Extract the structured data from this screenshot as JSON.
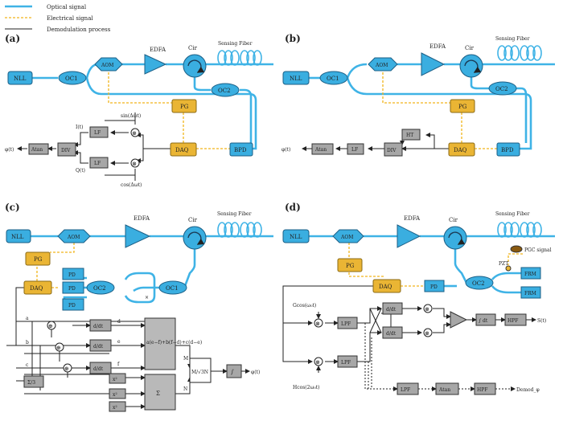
{
  "legend": {
    "optical": "Optical signal",
    "electrical": "Electrical signal",
    "demod": "Demodulation process"
  },
  "colors": {
    "optical": "#3fb3e6",
    "electrical": "#f2b51b",
    "demod": "#222222",
    "component_cyan": "#3aaee0",
    "component_gold": "#eab534",
    "component_gray": "#a7a7a7"
  },
  "panels": {
    "a": {
      "label": "(a)",
      "nll": "NLL",
      "oc1": "OC1",
      "aom": "AOM",
      "edfa": "EDFA",
      "cir": "Cir",
      "fiber": "Sensing Fiber",
      "oc2": "OC2",
      "pg": "PG",
      "daq": "DAQ",
      "bpd": "BPD",
      "lf1": "LF",
      "lf2": "LF",
      "div": "DIV",
      "atan": "Atan",
      "sin": "sin(Δωt)",
      "cos": "cos(Δωt)",
      "it": "I(t)",
      "qt": "Q(t)",
      "phi": "φ(t)"
    },
    "b": {
      "label": "(b)",
      "nll": "NLL",
      "oc1": "OC1",
      "aom": "AOM",
      "edfa": "EDFA",
      "cir": "Cir",
      "fiber": "Sensing Fiber",
      "oc2": "OC2",
      "pg": "PG",
      "daq": "DAQ",
      "bpd": "BPD",
      "ht": "HT",
      "div": "DIV",
      "lf": "LF",
      "atan": "Atan",
      "phi": "φ(t)"
    },
    "c": {
      "label": "(c)",
      "nll": "NLL",
      "aom": "AOM",
      "edfa": "EDFA",
      "cir": "Cir",
      "fiber": "Sensing Fiber",
      "pg": "PG",
      "daq": "DAQ",
      "pd1": "PD",
      "pd2": "PD",
      "pd3": "PD",
      "oc2": "OC2",
      "oc1": "OC1",
      "sig_a": "a",
      "sig_b": "b",
      "sig_c": "c",
      "sig_d": "d",
      "sig_e": "e",
      "sig_f": "f",
      "sig_M": "M",
      "sig_N": "N",
      "dt1": "d/dt",
      "dt2": "d/dt",
      "dt3": "d/dt",
      "sq1": "x²",
      "sq2": "x²",
      "sq3": "x²",
      "big_expr": "a(e−f)+b(f−d)+c(d−e)",
      "sigma": "Σ",
      "ratio": "M/√3N",
      "integ": "∫",
      "sum3": "Σ/3",
      "phi": "φ(t)"
    },
    "d": {
      "label": "(d)",
      "nll": "NLL",
      "aom": "AOM",
      "edfa": "EDFA",
      "cir": "Cir",
      "fiber": "Sensing Fiber",
      "pgc": "PGC signal",
      "pzt": "PZT",
      "frm1": "FRM",
      "frm2": "FRM",
      "oc2": "OC2",
      "pd": "PD",
      "pg": "PG",
      "daq": "DAQ",
      "lpf1": "LPF",
      "lpf2": "LPF",
      "dt1": "d/dt",
      "dt2": "d/dt",
      "lf": "∫ dt",
      "hpf1": "HPF",
      "hpf2": "HPF",
      "lf2": "LPF",
      "atan": "Atan",
      "gcos": "Gcos(ω₀t)",
      "hcos": "Hcos(2ω₀t)",
      "out1": "S(t)",
      "out2": "Demod_φ"
    }
  }
}
